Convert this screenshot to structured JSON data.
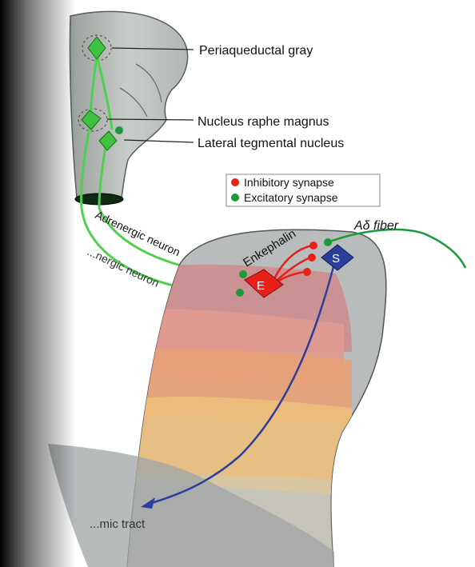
{
  "labels": {
    "periaqueductal_gray": "Periaqueductal gray",
    "nucleus_raphe_magnus": "Nucleus raphe magnus",
    "lateral_tegmental_nucleus": "Lateral tegmental nucleus",
    "adrenergic_neuron": "Adrenergic neuron",
    "serotonergic_neuron": "...nergic neuron",
    "enkephalin": "Enkephalin",
    "a_delta_fiber": "Aδ fiber",
    "tract": "...mic tract",
    "interneuron_e": "E",
    "neuron_s": "S"
  },
  "legend": {
    "inhibitory": "Inhibitory synapse",
    "excitatory": "Excitatory synapse"
  },
  "colors": {
    "excitatory": "#1a9a3a",
    "inhibitory": "#e8201a",
    "green_neuron": "#4fd04f",
    "tract_blue": "#2b3f9a",
    "brainstem": "#c4c8c4",
    "spinal_gray": "#b9bcbc"
  }
}
